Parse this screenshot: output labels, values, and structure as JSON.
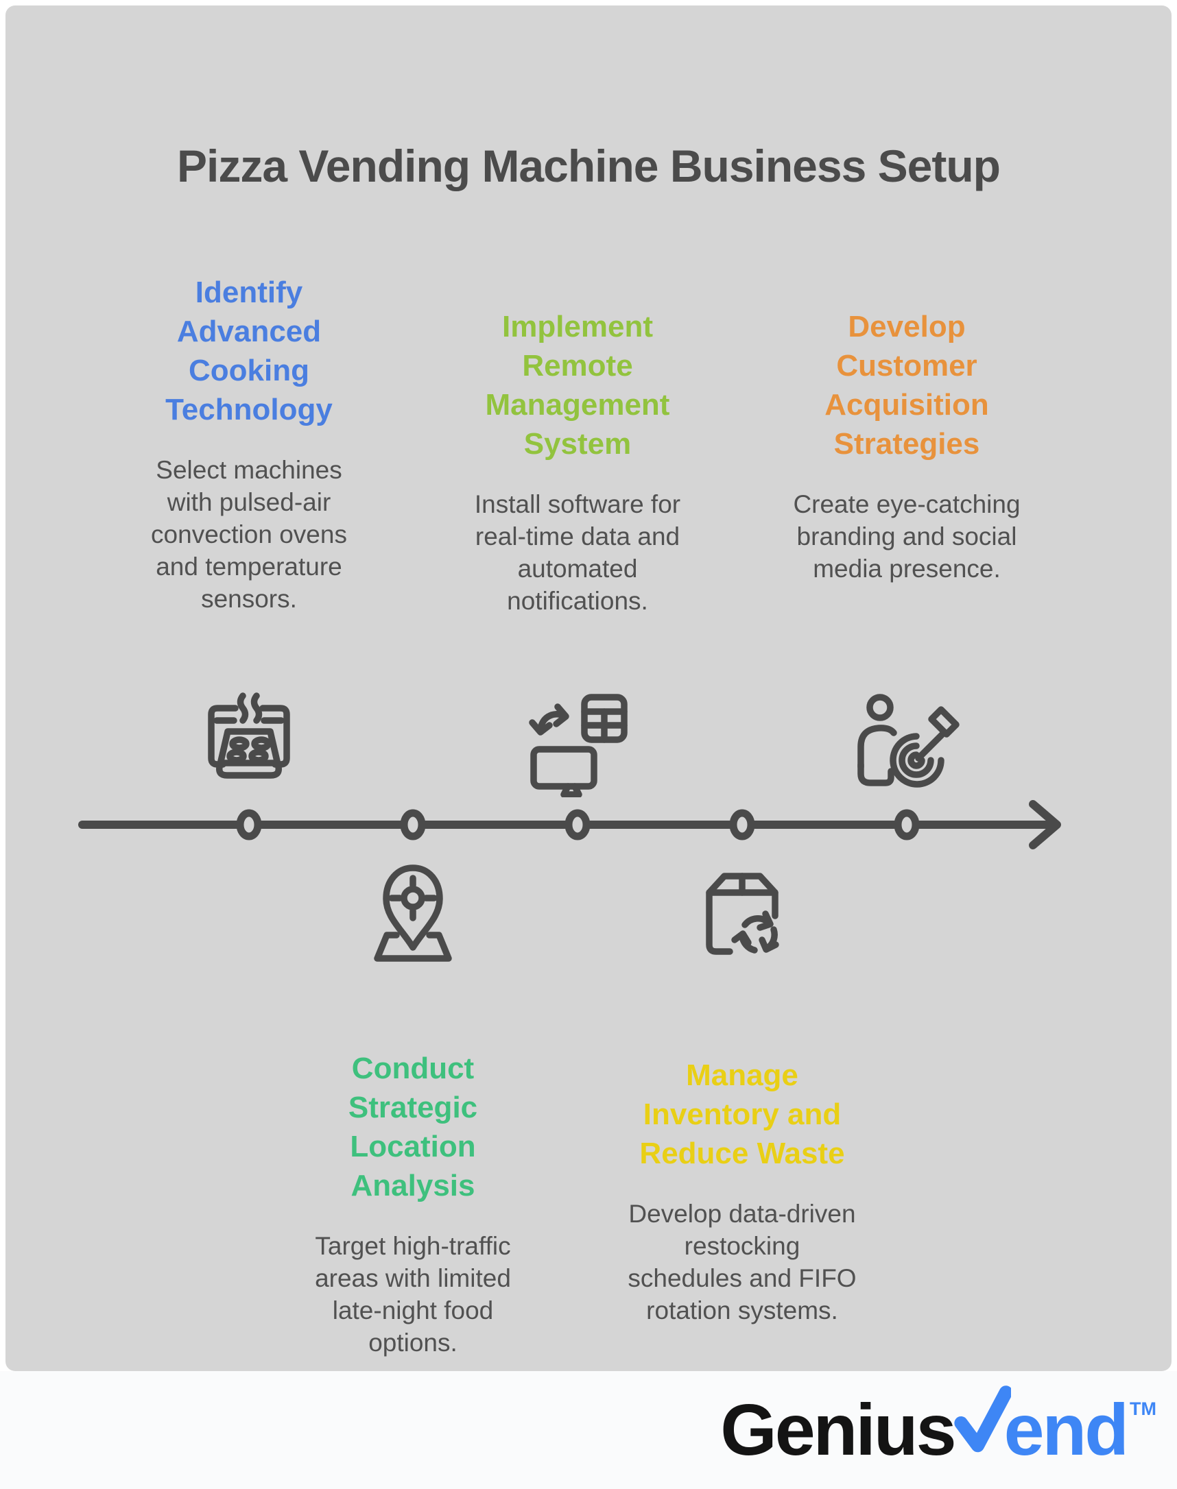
{
  "title": "Pizza Vending Machine Business Setup",
  "colors": {
    "background": "#d5d5d5",
    "title_text": "#4b4b4b",
    "body_text": "#515151",
    "timeline": "#4a4a4a",
    "logo_black": "#141414",
    "logo_blue": "#3e86f5"
  },
  "timeline": {
    "direction": "left-to-right",
    "milestone_count": 5
  },
  "steps": [
    {
      "heading": "Identify\nAdvanced\nCooking\nTechnology",
      "body": "Select machines with pulsed-air convection ovens and temperature sensors.",
      "color": "#4a7ee0",
      "icon": "oven-tray-icon",
      "position": "above-timeline"
    },
    {
      "heading": "Conduct\nStrategic\nLocation\nAnalysis",
      "body": "Target high-traffic areas with limited late-night food options.",
      "color": "#3ec07d",
      "icon": "location-pin-icon",
      "position": "below-timeline"
    },
    {
      "heading": "Implement\nRemote\nManagement\nSystem",
      "body": "Install software for real-time data and automated notifications.",
      "color": "#92c33e",
      "icon": "remote-sync-monitor-icon",
      "position": "above-timeline"
    },
    {
      "heading": "Manage\nInventory and\nReduce Waste",
      "body": "Develop data-driven restocking schedules and FIFO rotation systems.",
      "color": "#e9cf15",
      "icon": "package-recycle-icon",
      "position": "below-timeline"
    },
    {
      "heading": "Develop\nCustomer\nAcquisition\nStrategies",
      "body": "Create eye-catching branding and social media presence.",
      "color": "#e8923c",
      "icon": "customer-target-icon",
      "position": "above-timeline"
    }
  ],
  "footer": {
    "brand_prefix": "Genius",
    "brand_suffix": "end",
    "trademark": "TM"
  }
}
